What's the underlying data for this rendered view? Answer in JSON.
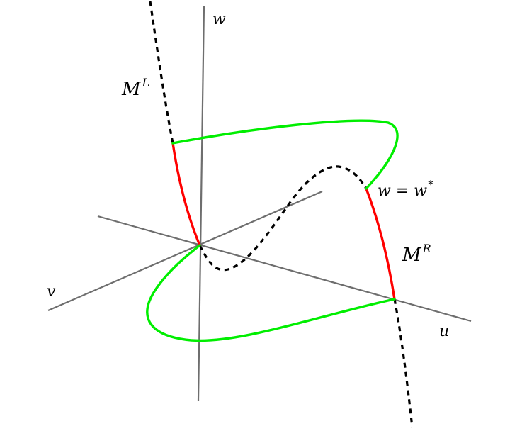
{
  "labels": {
    "axis_w": "w",
    "axis_v": "v",
    "axis_u": "u",
    "manifold_left": "M",
    "manifold_left_sup": "L",
    "manifold_right": "M",
    "manifold_right_sup": "R",
    "threshold_lhs": "w = w",
    "threshold_sup": "*"
  },
  "colors": {
    "axes": "#6e6e6e",
    "critical_manifold_unstable": "#000000",
    "slow_segment": "#ff0000",
    "fast_jump": "#00ee00"
  }
}
